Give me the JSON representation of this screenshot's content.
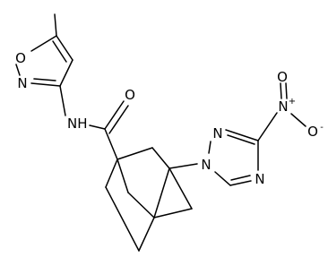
{
  "molecule": {
    "atoms": {
      "isoxazole_O": "O",
      "isoxazole_N": "N",
      "amide_NH": "NH",
      "amide_O": "O",
      "triazole_N1": "N",
      "triazole_N2": "N",
      "triazole_N4": "N",
      "nitro_N": "N",
      "nitro_O_top": "O",
      "nitro_O_right": "O"
    },
    "charges": {
      "nitro_N": "+",
      "nitro_O_right": "-"
    }
  }
}
